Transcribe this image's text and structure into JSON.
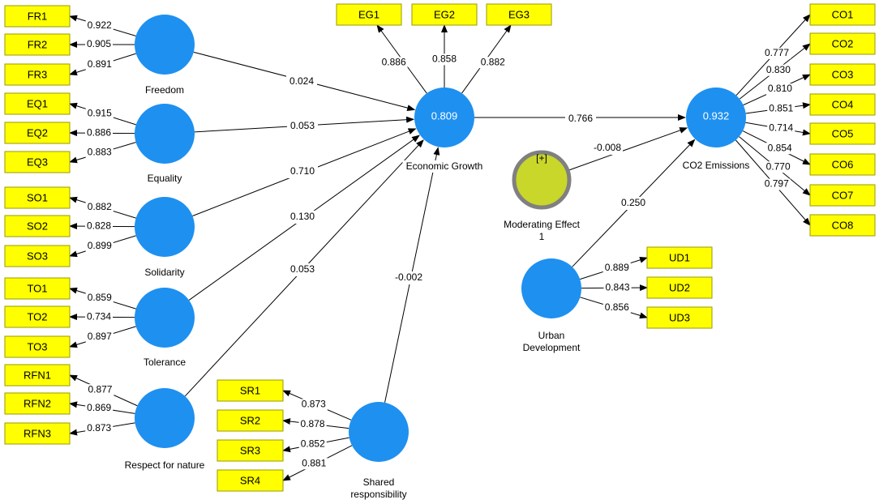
{
  "colors": {
    "latent": "#1e90f0",
    "indicator": "#ffff00",
    "indicator_border": "#9a9a00",
    "moderator": "#c8d72a",
    "moderator_border": "#808080",
    "line": "#000000"
  },
  "latent_variables": [
    {
      "id": "freedom",
      "label": [
        "Freedom"
      ],
      "r2": ""
    },
    {
      "id": "equality",
      "label": [
        "Equality"
      ],
      "r2": ""
    },
    {
      "id": "solidarity",
      "label": [
        "Solidarity"
      ],
      "r2": ""
    },
    {
      "id": "tolerance",
      "label": [
        "Tolerance"
      ],
      "r2": ""
    },
    {
      "id": "respect",
      "label": [
        "Respect for nature"
      ],
      "r2": ""
    },
    {
      "id": "shared",
      "label": [
        "Shared",
        "responsibility"
      ],
      "r2": ""
    },
    {
      "id": "growth",
      "label": [
        "Economic Growth"
      ],
      "r2": "0.809"
    },
    {
      "id": "co2",
      "label": [
        "CO2 Emissions"
      ],
      "r2": "0.932"
    },
    {
      "id": "urban",
      "label": [
        "Urban",
        "Development"
      ],
      "r2": ""
    },
    {
      "id": "moderating",
      "label": [
        "Moderating Effect",
        "1"
      ],
      "r2": "",
      "expander": "[+]"
    }
  ],
  "indicators": [
    {
      "lv": "freedom",
      "name": "FR1",
      "loading": "0.922"
    },
    {
      "lv": "freedom",
      "name": "FR2",
      "loading": "0.905"
    },
    {
      "lv": "freedom",
      "name": "FR3",
      "loading": "0.891"
    },
    {
      "lv": "equality",
      "name": "EQ1",
      "loading": "0.915"
    },
    {
      "lv": "equality",
      "name": "EQ2",
      "loading": "0.886"
    },
    {
      "lv": "equality",
      "name": "EQ3",
      "loading": "0.883"
    },
    {
      "lv": "solidarity",
      "name": "SO1",
      "loading": "0.882"
    },
    {
      "lv": "solidarity",
      "name": "SO2",
      "loading": "0.828"
    },
    {
      "lv": "solidarity",
      "name": "SO3",
      "loading": "0.899"
    },
    {
      "lv": "tolerance",
      "name": "TO1",
      "loading": "0.859"
    },
    {
      "lv": "tolerance",
      "name": "TO2",
      "loading": "0.734"
    },
    {
      "lv": "tolerance",
      "name": "TO3",
      "loading": "0.897"
    },
    {
      "lv": "respect",
      "name": "RFN1",
      "loading": "0.877"
    },
    {
      "lv": "respect",
      "name": "RFN2",
      "loading": "0.869"
    },
    {
      "lv": "respect",
      "name": "RFN3",
      "loading": "0.873"
    },
    {
      "lv": "shared",
      "name": "SR1",
      "loading": "0.873"
    },
    {
      "lv": "shared",
      "name": "SR2",
      "loading": "0.878"
    },
    {
      "lv": "shared",
      "name": "SR3",
      "loading": "0.852"
    },
    {
      "lv": "shared",
      "name": "SR4",
      "loading": "0.881"
    },
    {
      "lv": "growth",
      "name": "EG1",
      "loading": "0.886"
    },
    {
      "lv": "growth",
      "name": "EG2",
      "loading": "0.858"
    },
    {
      "lv": "growth",
      "name": "EG3",
      "loading": "0.882"
    },
    {
      "lv": "co2",
      "name": "CO1",
      "loading": "0.777"
    },
    {
      "lv": "co2",
      "name": "CO2",
      "loading": "0.830"
    },
    {
      "lv": "co2",
      "name": "CO3",
      "loading": "0.810"
    },
    {
      "lv": "co2",
      "name": "CO4",
      "loading": "0.851"
    },
    {
      "lv": "co2",
      "name": "CO5",
      "loading": "0.714"
    },
    {
      "lv": "co2",
      "name": "CO6",
      "loading": "0.854"
    },
    {
      "lv": "co2",
      "name": "CO7",
      "loading": "0.770"
    },
    {
      "lv": "co2",
      "name": "CO8",
      "loading": "0.797"
    },
    {
      "lv": "urban",
      "name": "UD1",
      "loading": "0.889"
    },
    {
      "lv": "urban",
      "name": "UD2",
      "loading": "0.843"
    },
    {
      "lv": "urban",
      "name": "UD3",
      "loading": "0.856"
    }
  ],
  "paths": [
    {
      "from": "freedom",
      "to": "growth",
      "coef": "0.024"
    },
    {
      "from": "equality",
      "to": "growth",
      "coef": "0.053"
    },
    {
      "from": "solidarity",
      "to": "growth",
      "coef": "0.710"
    },
    {
      "from": "tolerance",
      "to": "growth",
      "coef": "0.130"
    },
    {
      "from": "respect",
      "to": "growth",
      "coef": "0.053"
    },
    {
      "from": "shared",
      "to": "growth",
      "coef": "-0.002"
    },
    {
      "from": "growth",
      "to": "co2",
      "coef": "0.766"
    },
    {
      "from": "moderating",
      "to": "co2",
      "coef": "-0.008"
    },
    {
      "from": "urban",
      "to": "co2",
      "coef": "0.250"
    }
  ]
}
